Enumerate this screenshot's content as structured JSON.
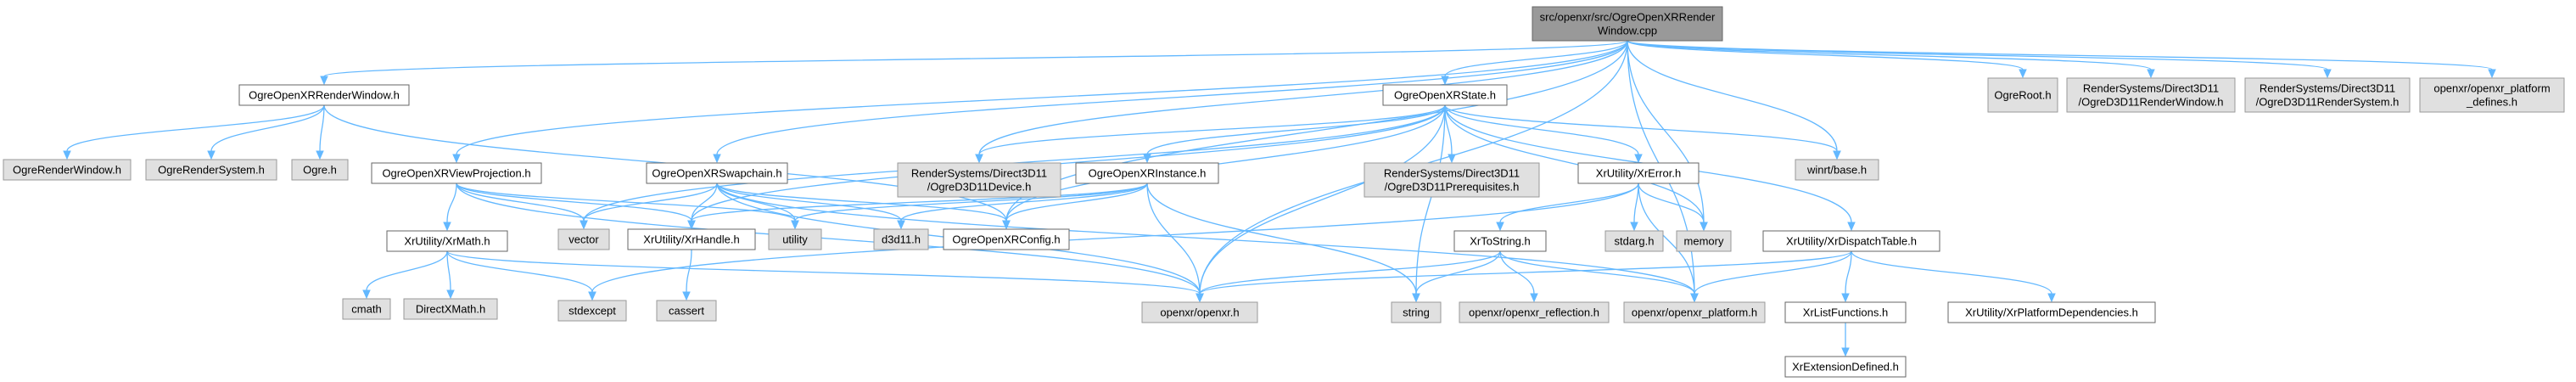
{
  "nodes": [
    {
      "id": "root",
      "kind": "root",
      "lines": [
        "src/openxr/src/OgreOpenXRRender",
        "Window.cpp"
      ]
    },
    {
      "id": "ogreopenxrrenderwindow_h",
      "kind": "local",
      "lines": [
        "OgreOpenXRRenderWindow.h"
      ]
    },
    {
      "id": "ogreopenxrstate_h",
      "kind": "local",
      "lines": [
        "OgreOpenXRState.h"
      ]
    },
    {
      "id": "ogreroot_h",
      "kind": "ext",
      "lines": [
        "OgreRoot.h"
      ]
    },
    {
      "id": "d3d11renderwindow_h",
      "kind": "ext",
      "lines": [
        "RenderSystems/Direct3D11",
        "/OgreD3D11RenderWindow.h"
      ]
    },
    {
      "id": "d3d11rendersystem_h",
      "kind": "ext",
      "lines": [
        "RenderSystems/Direct3D11",
        "/OgreD3D11RenderSystem.h"
      ]
    },
    {
      "id": "platform_defines_h",
      "kind": "ext",
      "lines": [
        "openxr/openxr_platform",
        "_defines.h"
      ]
    },
    {
      "id": "ogrerenderwindow_h",
      "kind": "ext",
      "lines": [
        "OgreRenderWindow.h"
      ]
    },
    {
      "id": "ogrerendersystem_h",
      "kind": "ext",
      "lines": [
        "OgreRenderSystem.h"
      ]
    },
    {
      "id": "ogre_h",
      "kind": "ext",
      "lines": [
        "Ogre.h"
      ]
    },
    {
      "id": "viewprojection_h",
      "kind": "local",
      "lines": [
        "OgreOpenXRViewProjection.h"
      ]
    },
    {
      "id": "swapchain_h",
      "kind": "local",
      "lines": [
        "OgreOpenXRSwapchain.h"
      ]
    },
    {
      "id": "d3d11device_h",
      "kind": "ext",
      "lines": [
        "RenderSystems/Direct3D11",
        "/OgreD3D11Device.h"
      ]
    },
    {
      "id": "instance_h",
      "kind": "local",
      "lines": [
        "OgreOpenXRInstance.h"
      ]
    },
    {
      "id": "d3d11prereq_h",
      "kind": "ext",
      "lines": [
        "RenderSystems/Direct3D11",
        "/OgreD3D11Prerequisites.h"
      ]
    },
    {
      "id": "xrerror_h",
      "kind": "local",
      "lines": [
        "XrUtility/XrError.h"
      ]
    },
    {
      "id": "winrt_base_h",
      "kind": "ext",
      "lines": [
        "winrt/base.h"
      ]
    },
    {
      "id": "xrmath_h",
      "kind": "local",
      "lines": [
        "XrUtility/XrMath.h"
      ]
    },
    {
      "id": "vector",
      "kind": "ext",
      "lines": [
        "vector"
      ]
    },
    {
      "id": "xrhandle_h",
      "kind": "local",
      "lines": [
        "XrUtility/XrHandle.h"
      ]
    },
    {
      "id": "utility",
      "kind": "ext",
      "lines": [
        "utility"
      ]
    },
    {
      "id": "d3d11_h",
      "kind": "ext",
      "lines": [
        "d3d11.h"
      ]
    },
    {
      "id": "xrconfig_h",
      "kind": "local",
      "lines": [
        "OgreOpenXRConfig.h"
      ]
    },
    {
      "id": "stdarg_h",
      "kind": "ext",
      "lines": [
        "stdarg.h"
      ]
    },
    {
      "id": "memory",
      "kind": "ext",
      "lines": [
        "memory"
      ]
    },
    {
      "id": "xrtostring_h",
      "kind": "local",
      "lines": [
        "XrToString.h"
      ]
    },
    {
      "id": "xrdispatchtable_h",
      "kind": "local",
      "lines": [
        "XrUtility/XrDispatchTable.h"
      ]
    },
    {
      "id": "cmath",
      "kind": "ext",
      "lines": [
        "cmath"
      ]
    },
    {
      "id": "directxmath_h",
      "kind": "ext",
      "lines": [
        "DirectXMath.h"
      ]
    },
    {
      "id": "stdexcept",
      "kind": "ext",
      "lines": [
        "stdexcept"
      ]
    },
    {
      "id": "cassert",
      "kind": "ext",
      "lines": [
        "cassert"
      ]
    },
    {
      "id": "openxr_h",
      "kind": "ext",
      "lines": [
        "openxr/openxr.h"
      ]
    },
    {
      "id": "string",
      "kind": "ext",
      "lines": [
        "string"
      ]
    },
    {
      "id": "openxr_reflection_h",
      "kind": "ext",
      "lines": [
        "openxr/openxr_reflection.h"
      ]
    },
    {
      "id": "openxr_platform_h",
      "kind": "ext",
      "lines": [
        "openxr/openxr_platform.h"
      ]
    },
    {
      "id": "xrlistfunctions_h",
      "kind": "local",
      "lines": [
        "XrListFunctions.h"
      ]
    },
    {
      "id": "xrplatformdeps_h",
      "kind": "local",
      "lines": [
        "XrUtility/XrPlatformDependencies.h"
      ]
    },
    {
      "id": "xrextensiondefined_h",
      "kind": "local",
      "lines": [
        "XrExtensionDefined.h"
      ]
    }
  ],
  "edges": [
    [
      "root",
      "ogreopenxrrenderwindow_h"
    ],
    [
      "root",
      "viewprojection_h"
    ],
    [
      "root",
      "swapchain_h"
    ],
    [
      "root",
      "ogreopenxrstate_h"
    ],
    [
      "root",
      "d3d11device_h"
    ],
    [
      "root",
      "xrconfig_h"
    ],
    [
      "root",
      "openxr_h"
    ],
    [
      "root",
      "winrt_base_h"
    ],
    [
      "root",
      "memory"
    ],
    [
      "root",
      "openxr_platform_h"
    ],
    [
      "root",
      "ogreroot_h"
    ],
    [
      "root",
      "d3d11renderwindow_h"
    ],
    [
      "root",
      "d3d11rendersystem_h"
    ],
    [
      "root",
      "platform_defines_h"
    ],
    [
      "ogreopenxrrenderwindow_h",
      "ogrerenderwindow_h"
    ],
    [
      "ogreopenxrrenderwindow_h",
      "ogrerendersystem_h"
    ],
    [
      "ogreopenxrrenderwindow_h",
      "ogre_h"
    ],
    [
      "ogreopenxrrenderwindow_h",
      "xrconfig_h"
    ],
    [
      "ogreopenxrstate_h",
      "d3d11device_h"
    ],
    [
      "ogreopenxrstate_h",
      "instance_h"
    ],
    [
      "ogreopenxrstate_h",
      "d3d11prereq_h"
    ],
    [
      "ogreopenxrstate_h",
      "xrerror_h"
    ],
    [
      "ogreopenxrstate_h",
      "winrt_base_h"
    ],
    [
      "ogreopenxrstate_h",
      "vector"
    ],
    [
      "ogreopenxrstate_h",
      "xrhandle_h"
    ],
    [
      "ogreopenxrstate_h",
      "xrconfig_h"
    ],
    [
      "ogreopenxrstate_h",
      "memory"
    ],
    [
      "ogreopenxrstate_h",
      "xrdispatchtable_h"
    ],
    [
      "ogreopenxrstate_h",
      "openxr_h"
    ],
    [
      "ogreopenxrstate_h",
      "string"
    ],
    [
      "viewprojection_h",
      "xrmath_h"
    ],
    [
      "viewprojection_h",
      "vector"
    ],
    [
      "viewprojection_h",
      "xrhandle_h"
    ],
    [
      "viewprojection_h",
      "utility"
    ],
    [
      "viewprojection_h",
      "openxr_h"
    ],
    [
      "swapchain_h",
      "vector"
    ],
    [
      "swapchain_h",
      "xrhandle_h"
    ],
    [
      "swapchain_h",
      "utility"
    ],
    [
      "swapchain_h",
      "d3d11_h"
    ],
    [
      "swapchain_h",
      "xrconfig_h"
    ],
    [
      "swapchain_h",
      "openxr_h"
    ],
    [
      "swapchain_h",
      "openxr_platform_h"
    ],
    [
      "instance_h",
      "xrhandle_h"
    ],
    [
      "instance_h",
      "utility"
    ],
    [
      "instance_h",
      "d3d11_h"
    ],
    [
      "instance_h",
      "xrconfig_h"
    ],
    [
      "instance_h",
      "openxr_h"
    ],
    [
      "instance_h",
      "string"
    ],
    [
      "xrerror_h",
      "stdarg_h"
    ],
    [
      "xrerror_h",
      "memory"
    ],
    [
      "xrerror_h",
      "xrtostring_h"
    ],
    [
      "xrerror_h",
      "stdexcept"
    ],
    [
      "xrerror_h",
      "openxr_platform_h"
    ],
    [
      "xrmath_h",
      "cmath"
    ],
    [
      "xrmath_h",
      "directxmath_h"
    ],
    [
      "xrmath_h",
      "stdexcept"
    ],
    [
      "xrmath_h",
      "openxr_h"
    ],
    [
      "xrhandle_h",
      "cassert"
    ],
    [
      "xrtostring_h",
      "string"
    ],
    [
      "xrtostring_h",
      "openxr_h"
    ],
    [
      "xrtostring_h",
      "openxr_reflection_h"
    ],
    [
      "xrtostring_h",
      "openxr_platform_h"
    ],
    [
      "xrdispatchtable_h",
      "openxr_h"
    ],
    [
      "xrdispatchtable_h",
      "openxr_platform_h"
    ],
    [
      "xrdispatchtable_h",
      "xrlistfunctions_h"
    ],
    [
      "xrdispatchtable_h",
      "xrplatformdeps_h"
    ],
    [
      "xrlistfunctions_h",
      "xrextensiondefined_h"
    ]
  ]
}
